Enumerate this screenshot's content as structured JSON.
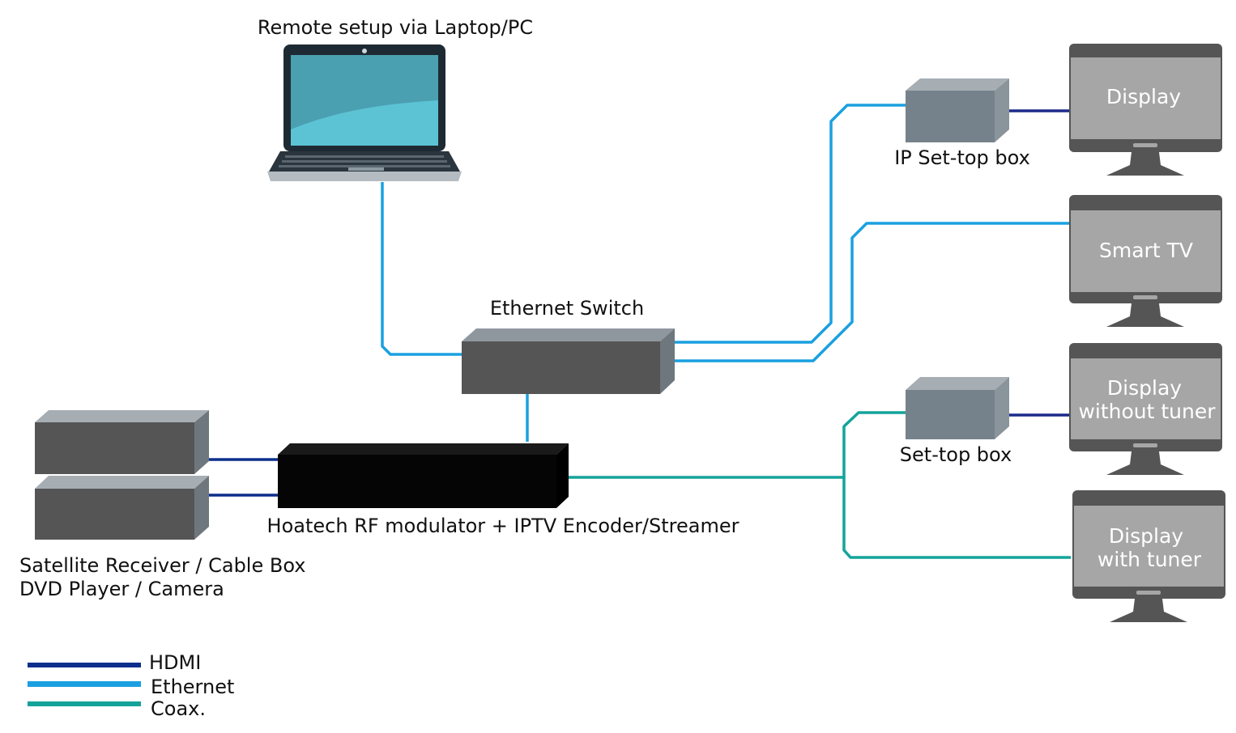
{
  "labels": {
    "laptop": "Remote setup via Laptop/PC",
    "switch": "Ethernet Switch",
    "modulator": "Hoatech RF modulator + IPTV Encoder/Streamer",
    "sources_line1": "Satellite Receiver / Cable Box",
    "sources_line2": "DVD Player / Camera",
    "ip_stb": "IP Set-top box",
    "stb": "Set-top box"
  },
  "screens": {
    "display": "Display",
    "smart_tv": "Smart TV",
    "display_no_tuner_line1": "Display",
    "display_no_tuner_line2": "without tuner",
    "display_tuner_line1": "Display",
    "display_tuner_line2": "with tuner"
  },
  "legend": {
    "hdmi": "HDMI",
    "ethernet": "Ethernet",
    "coax": "Coax."
  },
  "colors": {
    "hdmi": "#0d2f8c",
    "ethernet": "#1aa0e0",
    "coax": "#14a39a",
    "device_dark": "#555555",
    "device_top": "#8f979e",
    "stb_body": "#76828b",
    "monitor_frame": "#555555",
    "monitor_screen": "#a6a6a6"
  }
}
